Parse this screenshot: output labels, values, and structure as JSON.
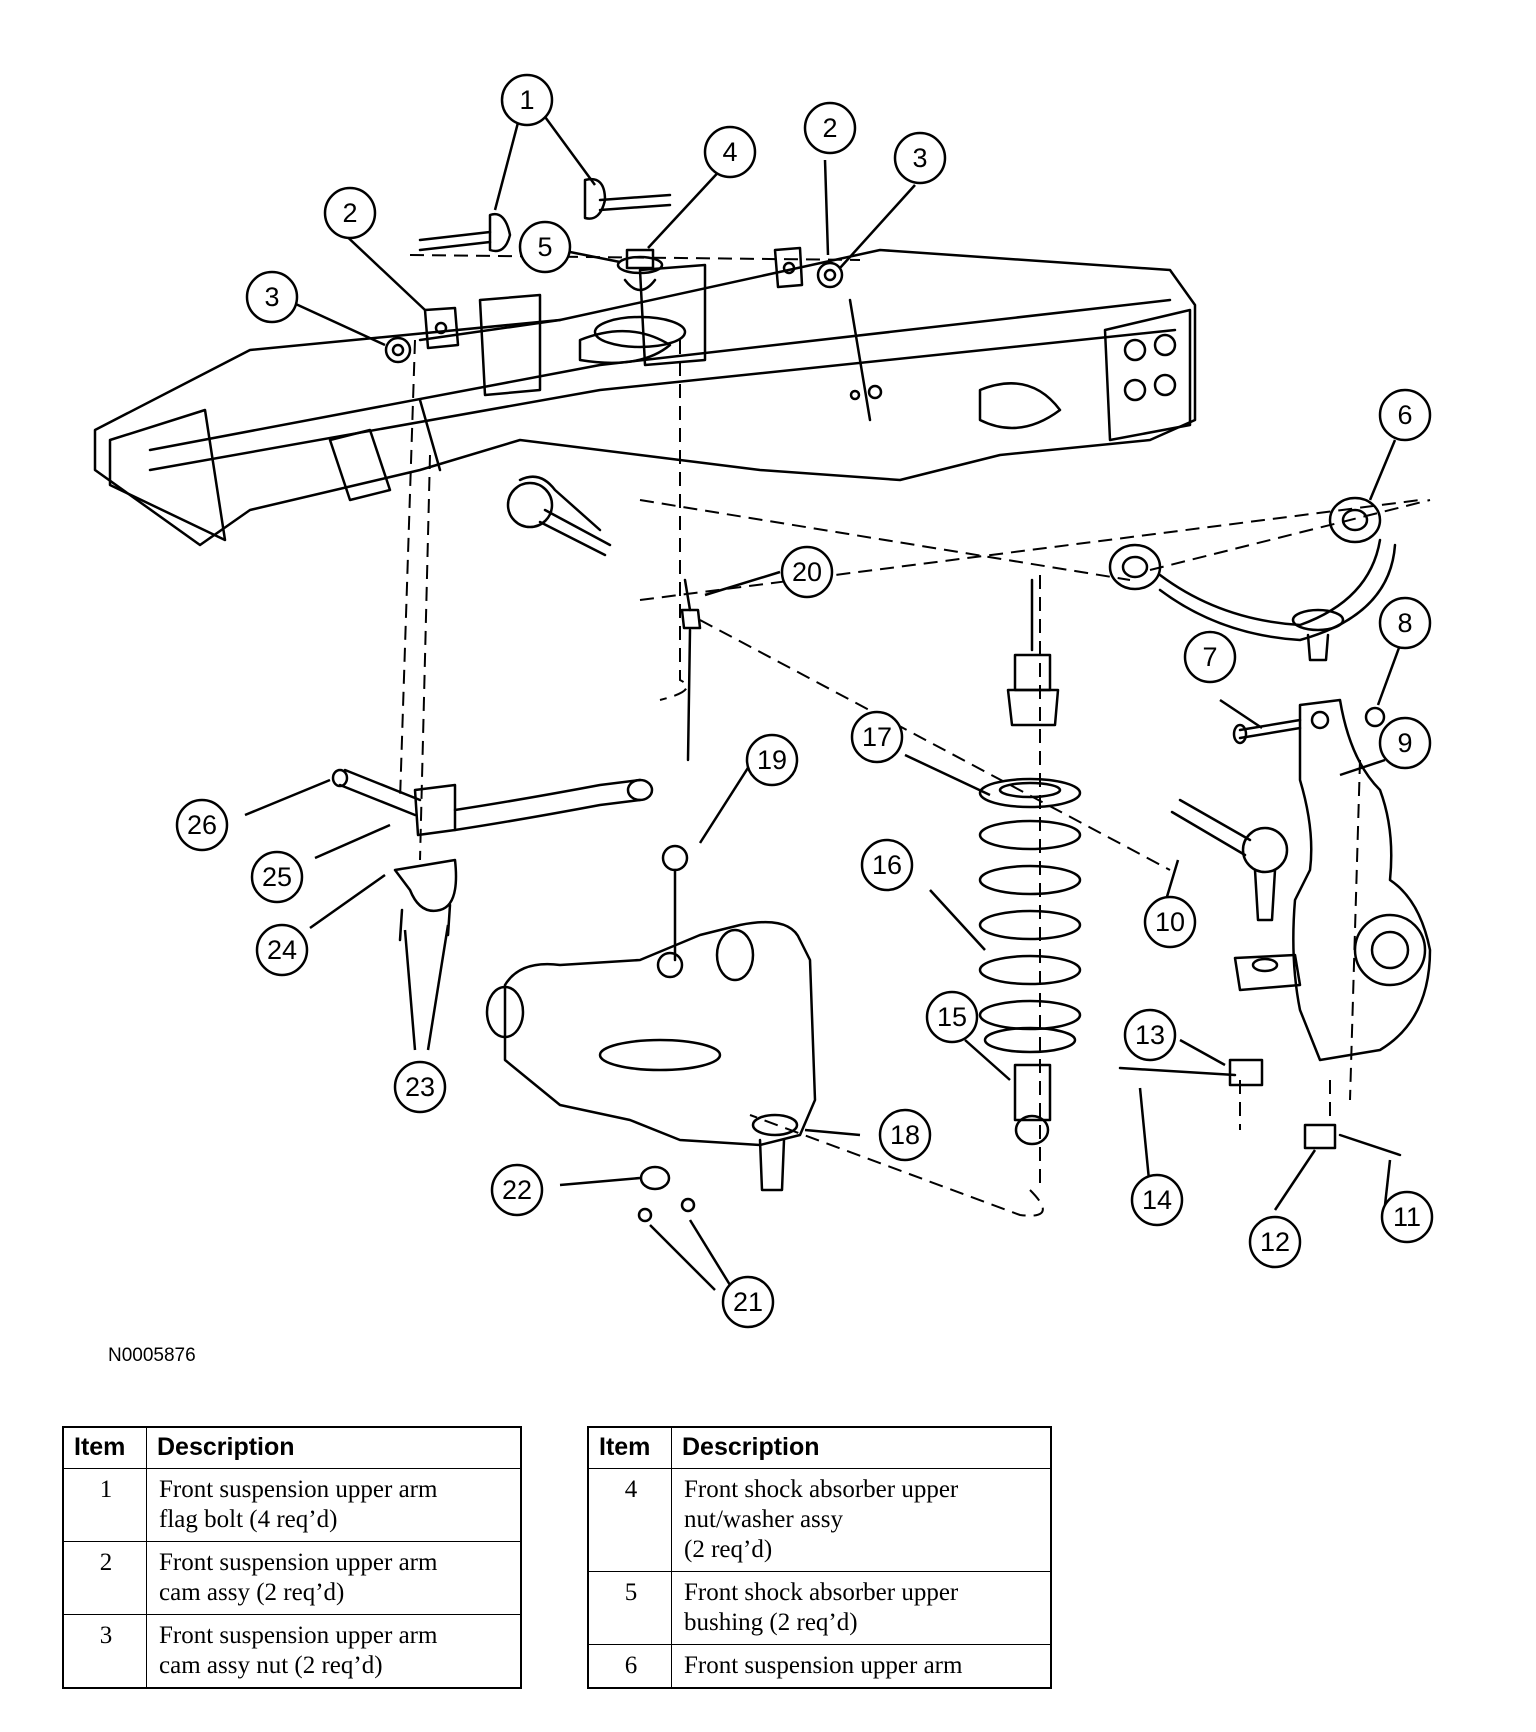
{
  "figure_id": "N0005876",
  "callouts": [
    "1",
    "1",
    "2",
    "2",
    "3",
    "3",
    "4",
    "5",
    "6",
    "7",
    "8",
    "9",
    "10",
    "11",
    "12",
    "13",
    "14",
    "15",
    "16",
    "17",
    "18",
    "19",
    "20",
    "21",
    "22",
    "23",
    "24",
    "25",
    "26"
  ],
  "tables": [
    {
      "headers": [
        "Item",
        "Description"
      ],
      "rows": [
        {
          "item": "1",
          "description": "Front suspension upper arm\nflag bolt (4 req’d)"
        },
        {
          "item": "2",
          "description": "Front suspension upper arm\ncam assy (2 req’d)"
        },
        {
          "item": "3",
          "description": "Front suspension upper arm\ncam assy nut (2 req’d)"
        }
      ]
    },
    {
      "headers": [
        "Item",
        "Description"
      ],
      "rows": [
        {
          "item": "4",
          "description": "Front shock absorber upper\nnut/washer assy\n (2 req’d)"
        },
        {
          "item": "5",
          "description": "Front shock absorber upper\nbushing (2 req’d)"
        },
        {
          "item": "6",
          "description": "Front suspension upper arm"
        }
      ]
    }
  ]
}
